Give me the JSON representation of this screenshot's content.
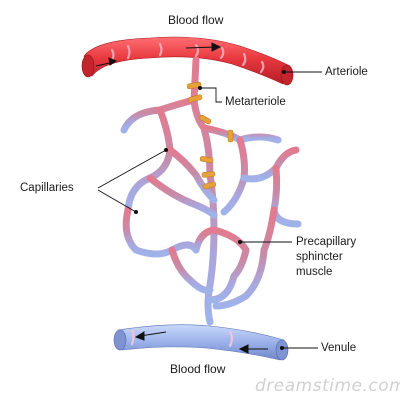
{
  "labels": {
    "blood_flow_top": "Blood flow",
    "blood_flow_bottom": "Blood flow",
    "arteriole": "Arteriole",
    "metarteriole": "Metarteriole",
    "capillaries": "Capillaries",
    "precapillary_1": "Precapillary",
    "precapillary_2": "sphincter",
    "precapillary_3": "muscle",
    "venule": "Venule"
  },
  "watermark": "dreamstime.com",
  "colors": {
    "arteriole": "#e8393f",
    "arteriole_highlight": "#f7a6b6",
    "capillary_arterial": "#d9708b",
    "capillary_venous": "#a7a8de",
    "venule": "#9ab1ea",
    "sphincter": "#e6a23a",
    "leader_line": "#111111"
  }
}
